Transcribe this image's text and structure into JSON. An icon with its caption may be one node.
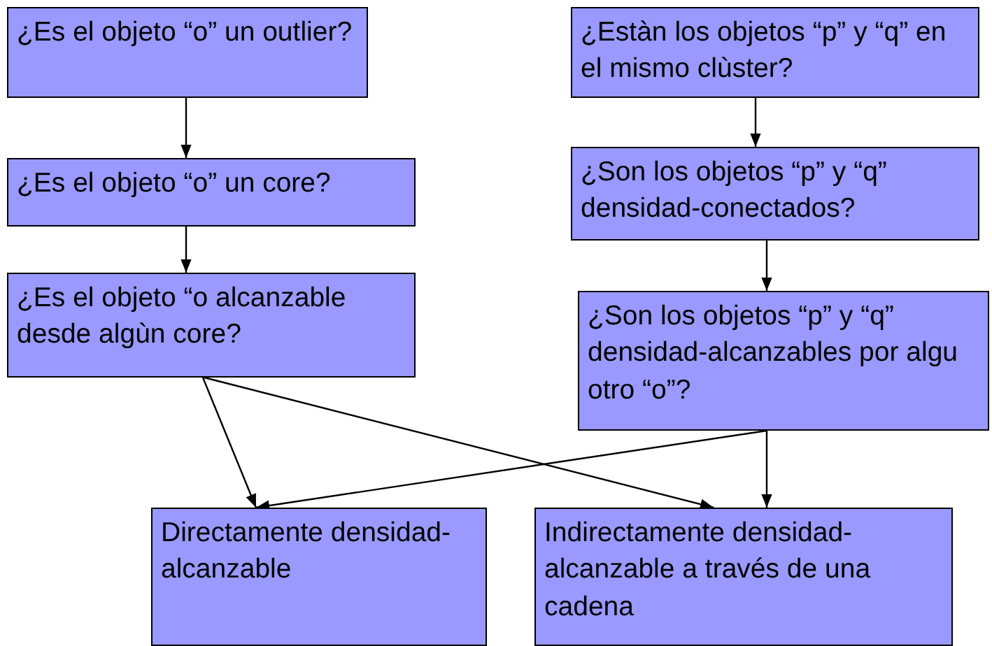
{
  "diagram": {
    "nodes": [
      {
        "text": [
          "¿Es el objeto “o” un outlier?"
        ]
      },
      {
        "text": [
          "¿Es el objeto “o” un core?"
        ]
      },
      {
        "text": [
          "¿Es el objeto “o alcanzable desde algùn core?"
        ]
      },
      {
        "text": [
          "¿Estàn los objetos “p” y “q” en el mismo clùster?"
        ]
      },
      {
        "text": [
          "¿Son los objetos “p” y “q” densidad-conectados?"
        ]
      },
      {
        "text": [
          "¿Son los objetos “p” y “q” densidad-alcanzables por algu otro “o”?"
        ]
      },
      {
        "text": [
          "Directamente densidad-alcanzable"
        ]
      },
      {
        "text": [
          "Indirectamente densidad-alcanzable a través de una cadena"
        ]
      }
    ],
    "edges": [
      {
        "from": 0,
        "to": 1,
        "arrow": "to"
      },
      {
        "from": 1,
        "to": 2,
        "arrow": "to"
      },
      {
        "from": 2,
        "to": 6,
        "arrow": "to"
      },
      {
        "from": 2,
        "to": 7,
        "arrow": "to"
      },
      {
        "from": 3,
        "to": 4,
        "arrow": "to"
      },
      {
        "from": 4,
        "to": 5,
        "arrow": "to"
      },
      {
        "from": 5,
        "to": 6,
        "arrow": "to"
      },
      {
        "from": 5,
        "to": 7,
        "arrow": "to"
      }
    ]
  }
}
